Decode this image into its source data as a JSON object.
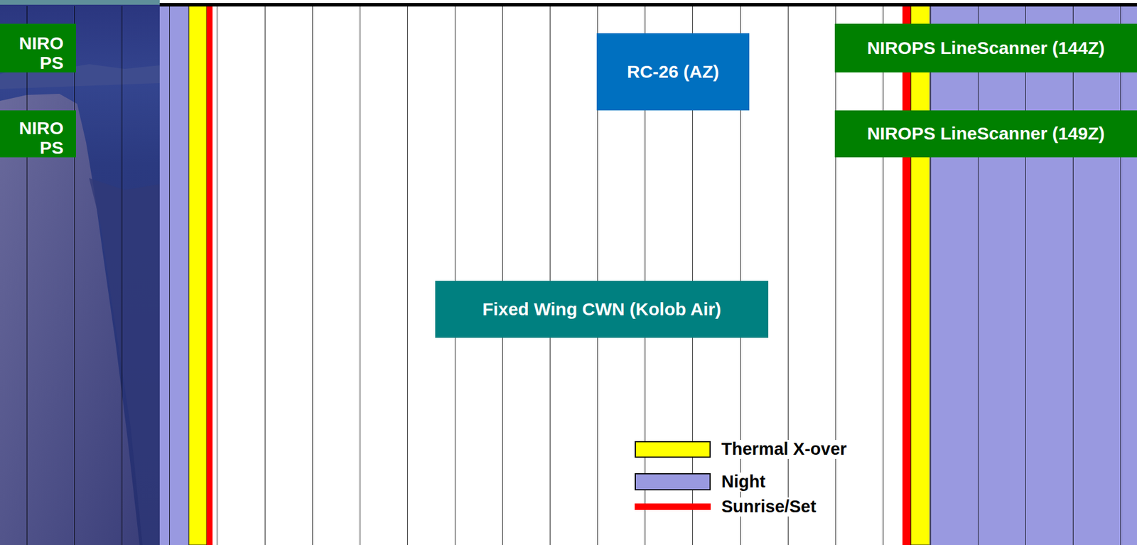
{
  "diagram": {
    "nodes": [
      {
        "text": [
          "NIROPS"
        ]
      },
      {
        "text": [
          "NIROPS"
        ]
      },
      {
        "text": [
          "RC-26 (AZ)"
        ]
      },
      {
        "text": [
          "NIROPS LineScanner (144Z)"
        ]
      },
      {
        "text": [
          "NIROPS LineScanner (149Z)"
        ]
      },
      {
        "text": [
          "Fixed Wing CWN (Kolob Air)"
        ]
      }
    ],
    "legend": [
      {
        "text": "Thermal X-over",
        "color": "#ffff00"
      },
      {
        "text": "Night",
        "color": "#9999e0"
      },
      {
        "text": "Sunrise/Set",
        "color": "#ff0000"
      }
    ]
  }
}
